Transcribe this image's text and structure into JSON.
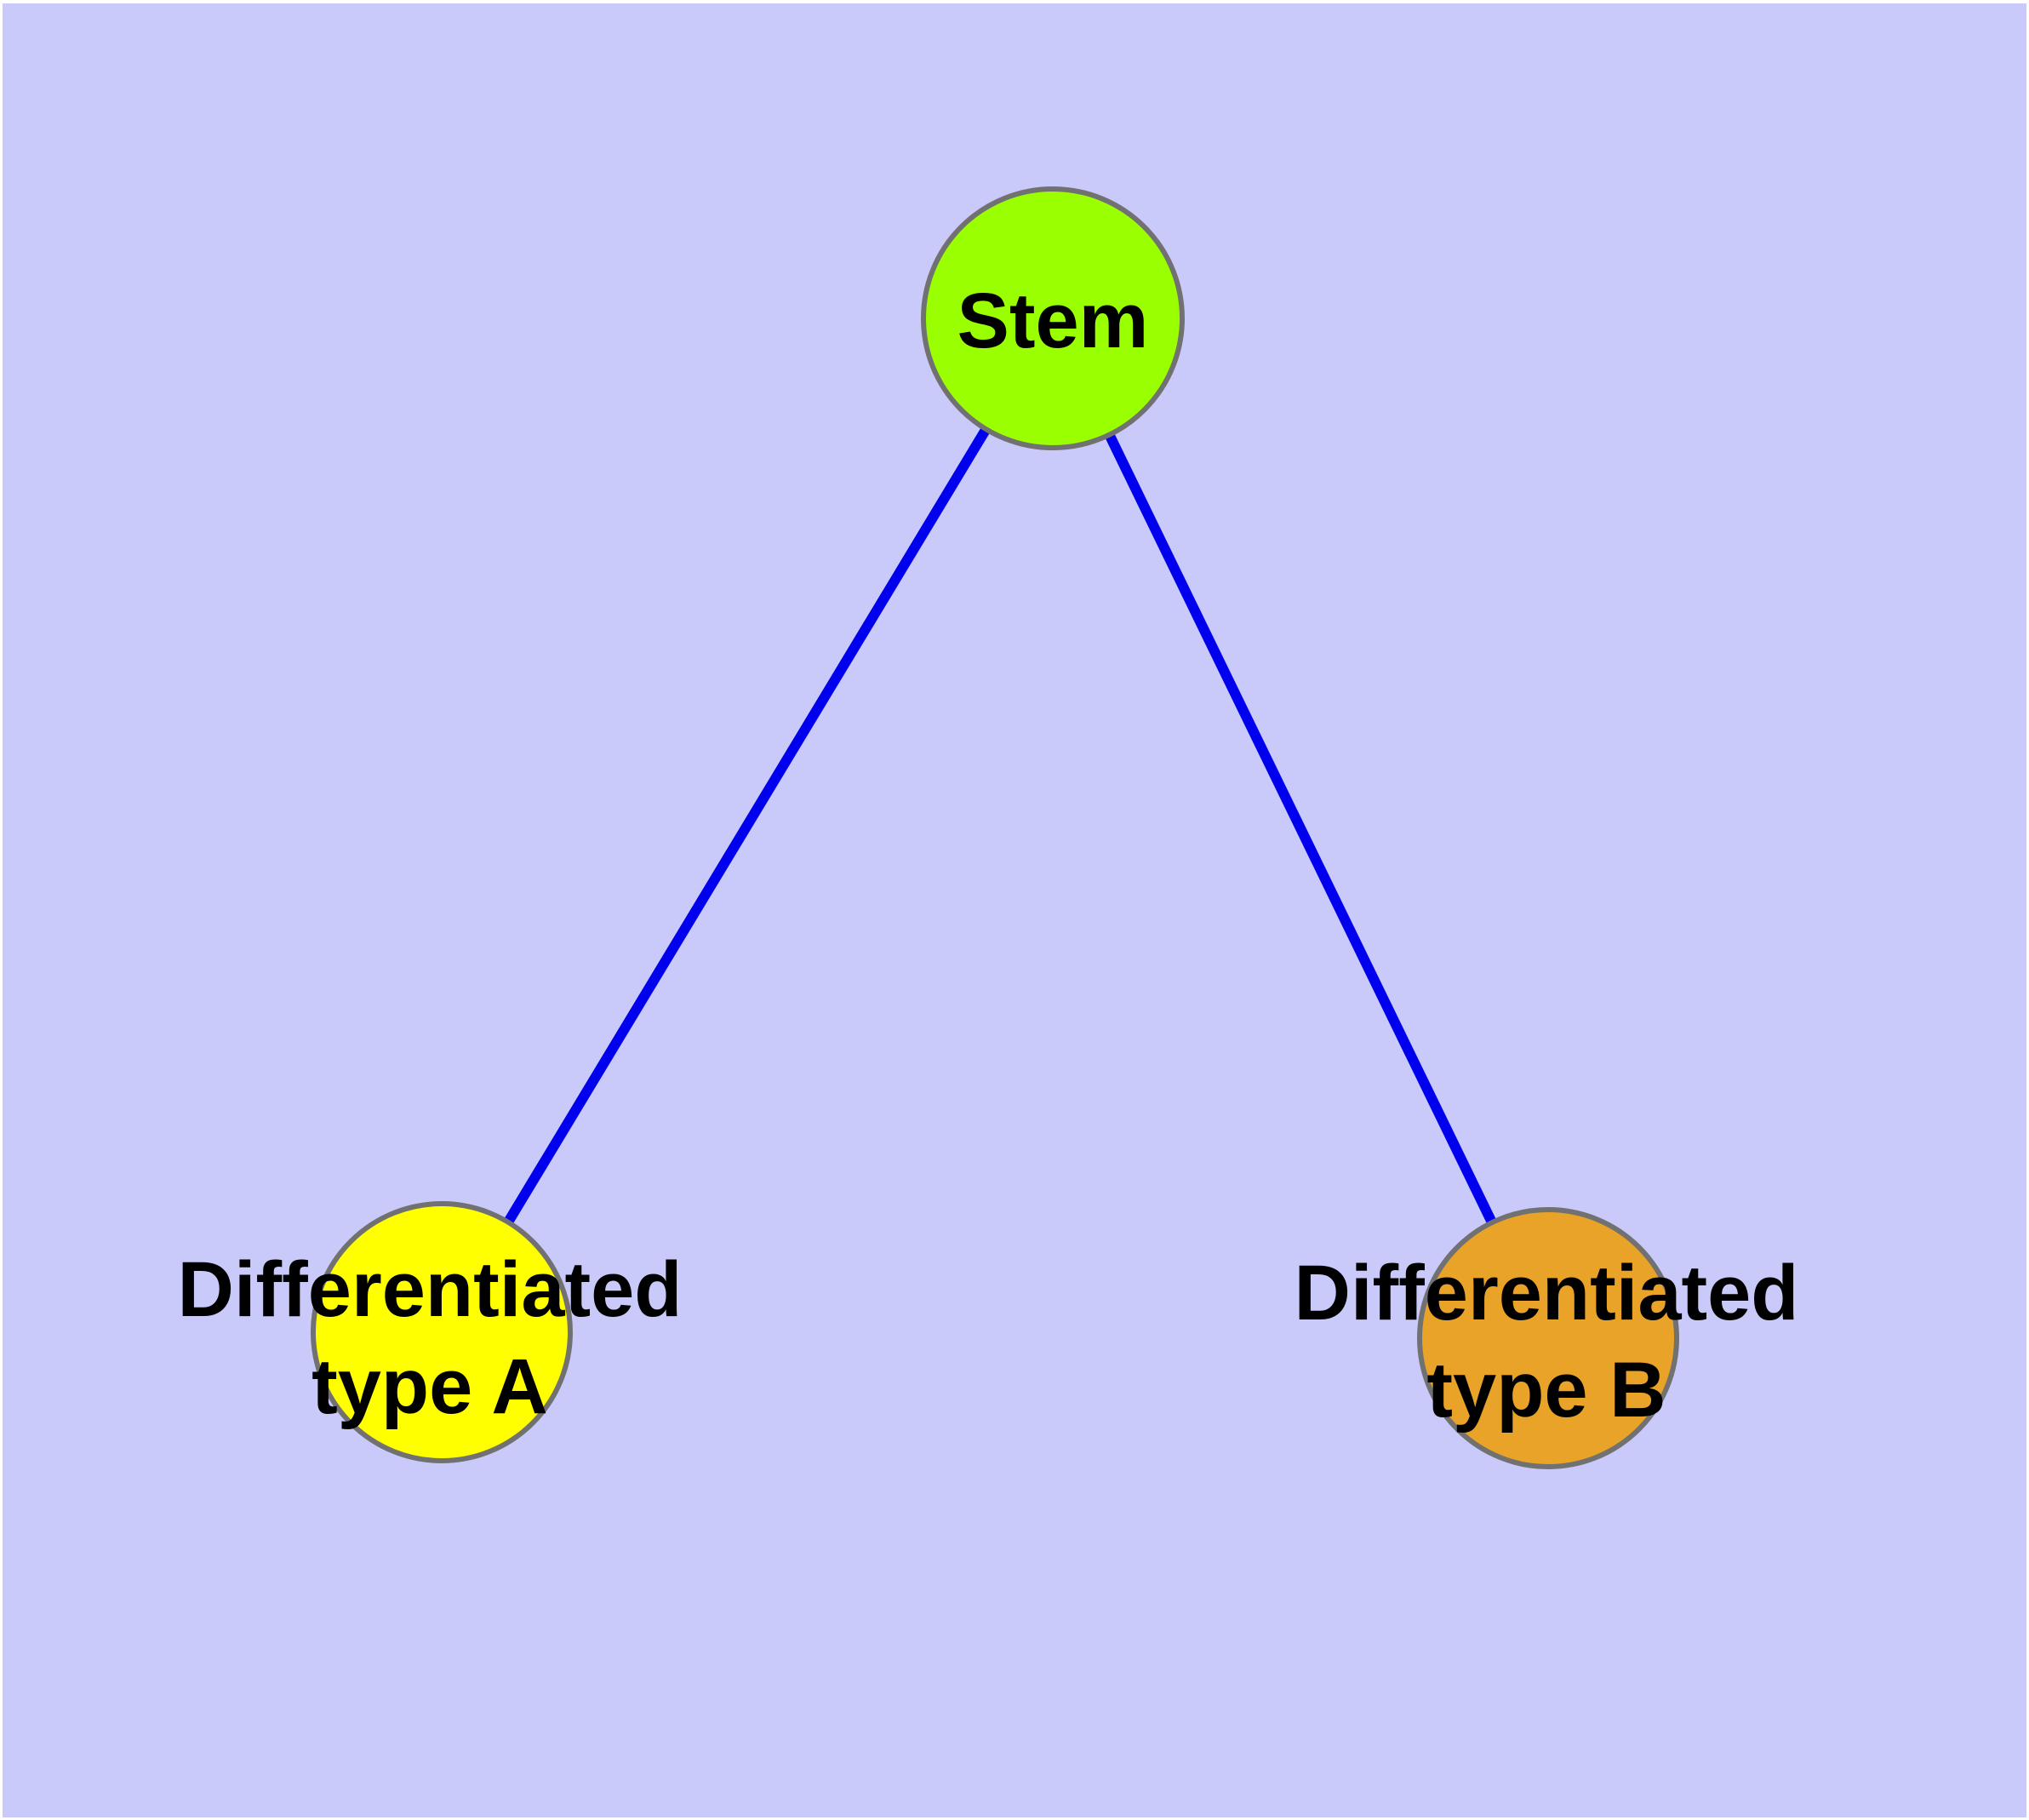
{
  "diagram": {
    "background_color": "#C9C9FA",
    "margin_color": "#FFFFFF",
    "edge_color": "#0000EE",
    "node_border_color": "#717171",
    "label_color": "#000000",
    "nodes": [
      {
        "id": "stem",
        "label": "Stem",
        "fill": "#9AFF00"
      },
      {
        "id": "differentiated-type-a",
        "label": "Differentiated type A",
        "label_line1": "Differentiated",
        "label_line2": "type A",
        "fill": "#FFFF00"
      },
      {
        "id": "differentiated-type-b",
        "label": "Differentiated type B",
        "label_line1": "Differentiated",
        "label_line2": "type B",
        "fill": "#E9A329"
      }
    ],
    "edges": [
      {
        "from": "stem",
        "to": "differentiated-type-a"
      },
      {
        "from": "stem",
        "to": "differentiated-type-b"
      }
    ]
  }
}
